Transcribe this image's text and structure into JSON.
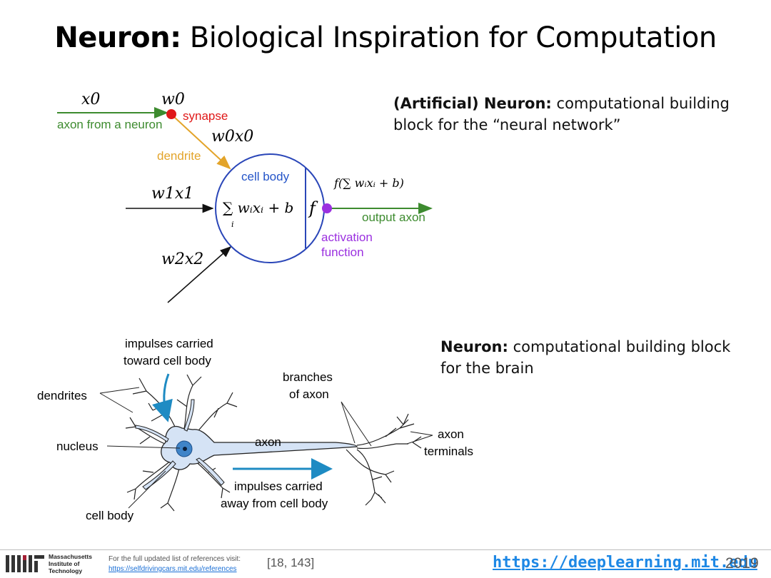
{
  "slide": {
    "title_bold": "Neuron:",
    "title_rest": " Biological Inspiration for Computation"
  },
  "artificial": {
    "desc_bold": "(Artificial) Neuron:",
    "desc_rest": " computational building block for the “neural network”",
    "labels": {
      "x0": "x0",
      "w0": "w0",
      "synapse": "synapse",
      "axon_from": "axon from a neuron",
      "w0x0": "w0x0",
      "dendrite": "dendrite",
      "cell_body": "cell body",
      "w1x1": "w1x1",
      "w2x2": "w2x2",
      "sum_expr": "∑ wᵢxᵢ + b",
      "sum_sub": "i",
      "f": "f",
      "f_expr": "f(∑ wᵢxᵢ + b)",
      "output_axon": "output axon",
      "activation_1": "activation",
      "activation_2": "function"
    },
    "colors": {
      "green": "#3d8b2f",
      "orange": "#e3a42a",
      "blue_label": "#2454c8",
      "purple": "#9b30e0",
      "synapse_red": "#e01818"
    }
  },
  "biological": {
    "desc_bold": "Neuron:",
    "desc_rest": " computational building block for the brain",
    "labels": {
      "impulses_toward_1": "impulses carried",
      "impulses_toward_2": "toward cell body",
      "dendrites": "dendrites",
      "branches_1": "branches",
      "branches_2": "of axon",
      "nucleus": "nucleus",
      "axon": "axon",
      "axon_terminals_1": "axon",
      "axon_terminals_2": "terminals",
      "impulses_away_1": "impulses carried",
      "impulses_away_2": "away from cell body",
      "cell_body": "cell body"
    },
    "colors": {
      "cell_fill": "#d5e3f5",
      "arrow_blue": "#1e8bc3",
      "nucleus": "#3f84c8"
    }
  },
  "footer": {
    "mit_line1": "Massachusetts",
    "mit_line2": "Institute of",
    "mit_line3": "Technology",
    "ref_line": "For the full updated list of references visit:",
    "ref_link": "https://selfdrivingcars.mit.edu/references",
    "ref_nums": "[18, 143]",
    "site": "https://deeplearning.mit.edu",
    "year": "2019"
  }
}
